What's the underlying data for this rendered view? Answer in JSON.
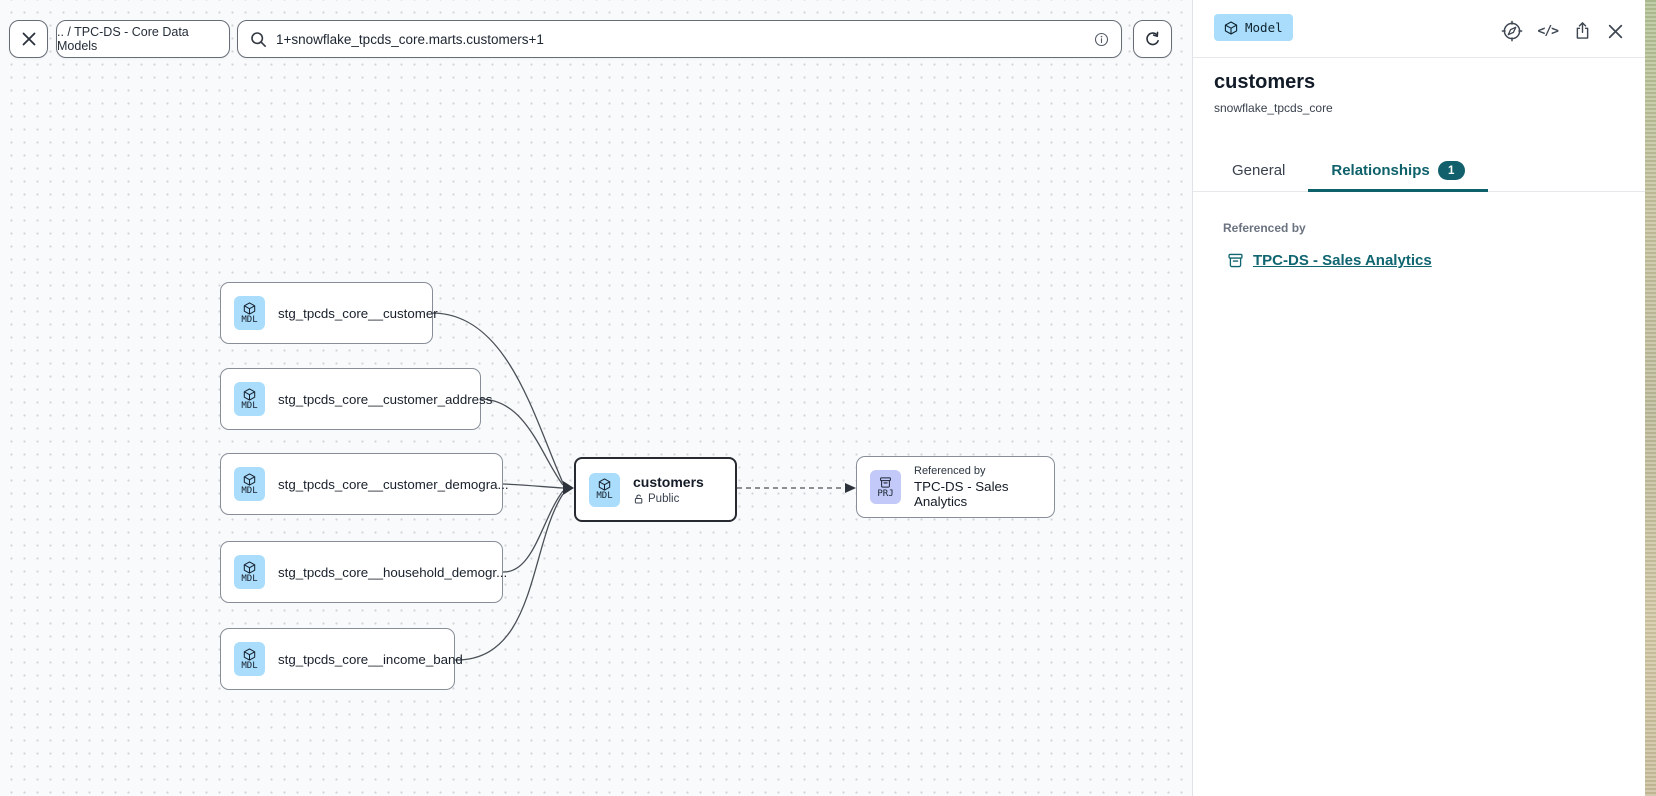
{
  "colors": {
    "accent_teal": "#0e616b",
    "model_badge_bg": "#a9ddfb",
    "project_badge_bg": "#c3c9f8",
    "selected_node_border": "#272b31",
    "canvas_dot": "#d0d3d8"
  },
  "toolbar": {
    "breadcrumb": ".. / TPC-DS - Core Data Models",
    "search_value": "1+snowflake_tpcds_core.marts.customers+1"
  },
  "canvas": {
    "source_nodes": [
      {
        "badge": "MDL",
        "label": "stg_tpcds_core__customer"
      },
      {
        "badge": "MDL",
        "label": "stg_tpcds_core__customer_address"
      },
      {
        "badge": "MDL",
        "label": "stg_tpcds_core__customer_demogra..."
      },
      {
        "badge": "MDL",
        "label": "stg_tpcds_core__household_demogr..."
      },
      {
        "badge": "MDL",
        "label": "stg_tpcds_core__income_band"
      }
    ],
    "selected_node": {
      "badge": "MDL",
      "label": "customers",
      "access": "Public"
    },
    "reference_node": {
      "badge": "PRJ",
      "kicker": "Referenced by",
      "label": "TPC-DS - Sales Analytics"
    }
  },
  "panel": {
    "type_badge": "Model",
    "icons": {
      "code_glyph": "</>"
    },
    "title": "customers",
    "subtitle": "snowflake_tpcds_core",
    "tabs": [
      {
        "label": "General"
      },
      {
        "label": "Relationships",
        "badge": "1"
      }
    ],
    "section_label": "Referenced by",
    "reference_link": "TPC-DS - Sales Analytics"
  }
}
